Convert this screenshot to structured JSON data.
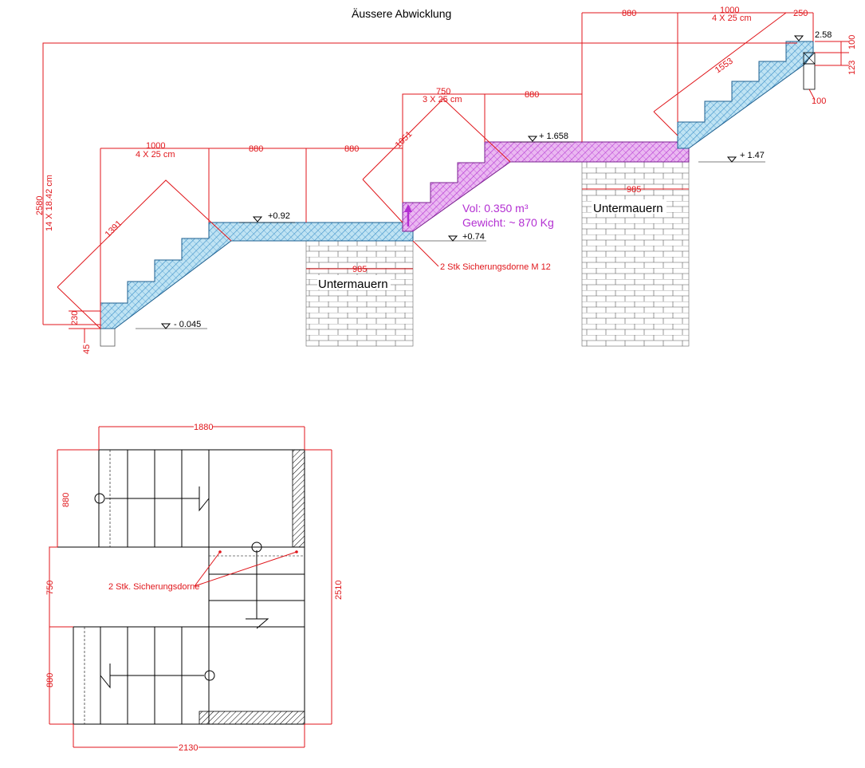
{
  "title": "Äussere Abwicklung",
  "dims": {
    "d1000a": "1000",
    "d4x25a": "4 X 25 cm",
    "d880a": "880",
    "d880b": "880",
    "d1391": "1391",
    "d2580": "2580",
    "d14x": "14 X 18.42 cm",
    "d230": "230",
    "d45": "45",
    "d750": "750",
    "d3x25": "3 X 25 cm",
    "d1051": "1051",
    "d880c": "880",
    "d880d": "880",
    "d1000b": "1000",
    "d4x25b": "4 X 25 cm",
    "d250": "250",
    "d1553": "1553",
    "d100a": "100",
    "d123": "123",
    "d100b": "100",
    "d985a": "985",
    "d985b": "985"
  },
  "levels": {
    "l0": "- 0.045",
    "l1": "+0.92",
    "l2": "+0.74",
    "l3": "+ 1.658",
    "l4": "+ 1.47",
    "l5": "2.58"
  },
  "labels": {
    "wall_left": "Untermauern",
    "wall_right": "Untermauern",
    "vol": "Vol: 0.350 m³",
    "gewicht": "Gewicht: ~ 870 Kg",
    "dorne_top": "2 Stk Sicherungsdorne M 12",
    "dorne_plan": "2 Stk. Sicherungsdorne"
  },
  "plan_dims": {
    "p1880": "1880",
    "p880a": "880",
    "p750": "750",
    "p880b": "880",
    "p2510": "2510",
    "p2130": "2130"
  },
  "colors": {
    "dim_red": "#e0161b",
    "concrete_blue": "#4aa6d8",
    "magenta": "#b32fd2"
  }
}
